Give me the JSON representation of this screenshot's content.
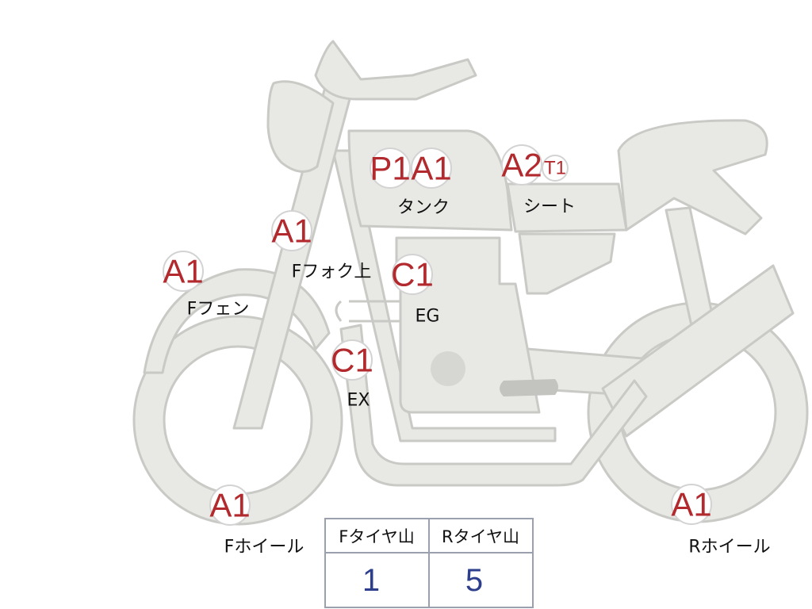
{
  "parts": [
    {
      "grade": "A1",
      "label": "Fフェン"
    },
    {
      "grade": "A1",
      "label": "Fフォク上"
    },
    {
      "grade": "P1",
      "grade2": "A1",
      "label": "タンク"
    },
    {
      "grade": "A2",
      "grade2": "T1",
      "label": "シート"
    },
    {
      "grade": "C1",
      "label": "EG"
    },
    {
      "grade": "C1",
      "label": "EX"
    },
    {
      "grade": "A1",
      "label": "Fホイール"
    },
    {
      "grade": "A1",
      "label": "Rホイール"
    }
  ],
  "tire_table": {
    "headers": [
      "Fタイヤ山",
      "Rタイヤ山"
    ],
    "values": [
      "1",
      "5"
    ]
  },
  "colors": {
    "body": "#e8e8e5",
    "outline": "#c9c9c6",
    "grade": "#b22a2e",
    "value": "#2d3f8c"
  }
}
